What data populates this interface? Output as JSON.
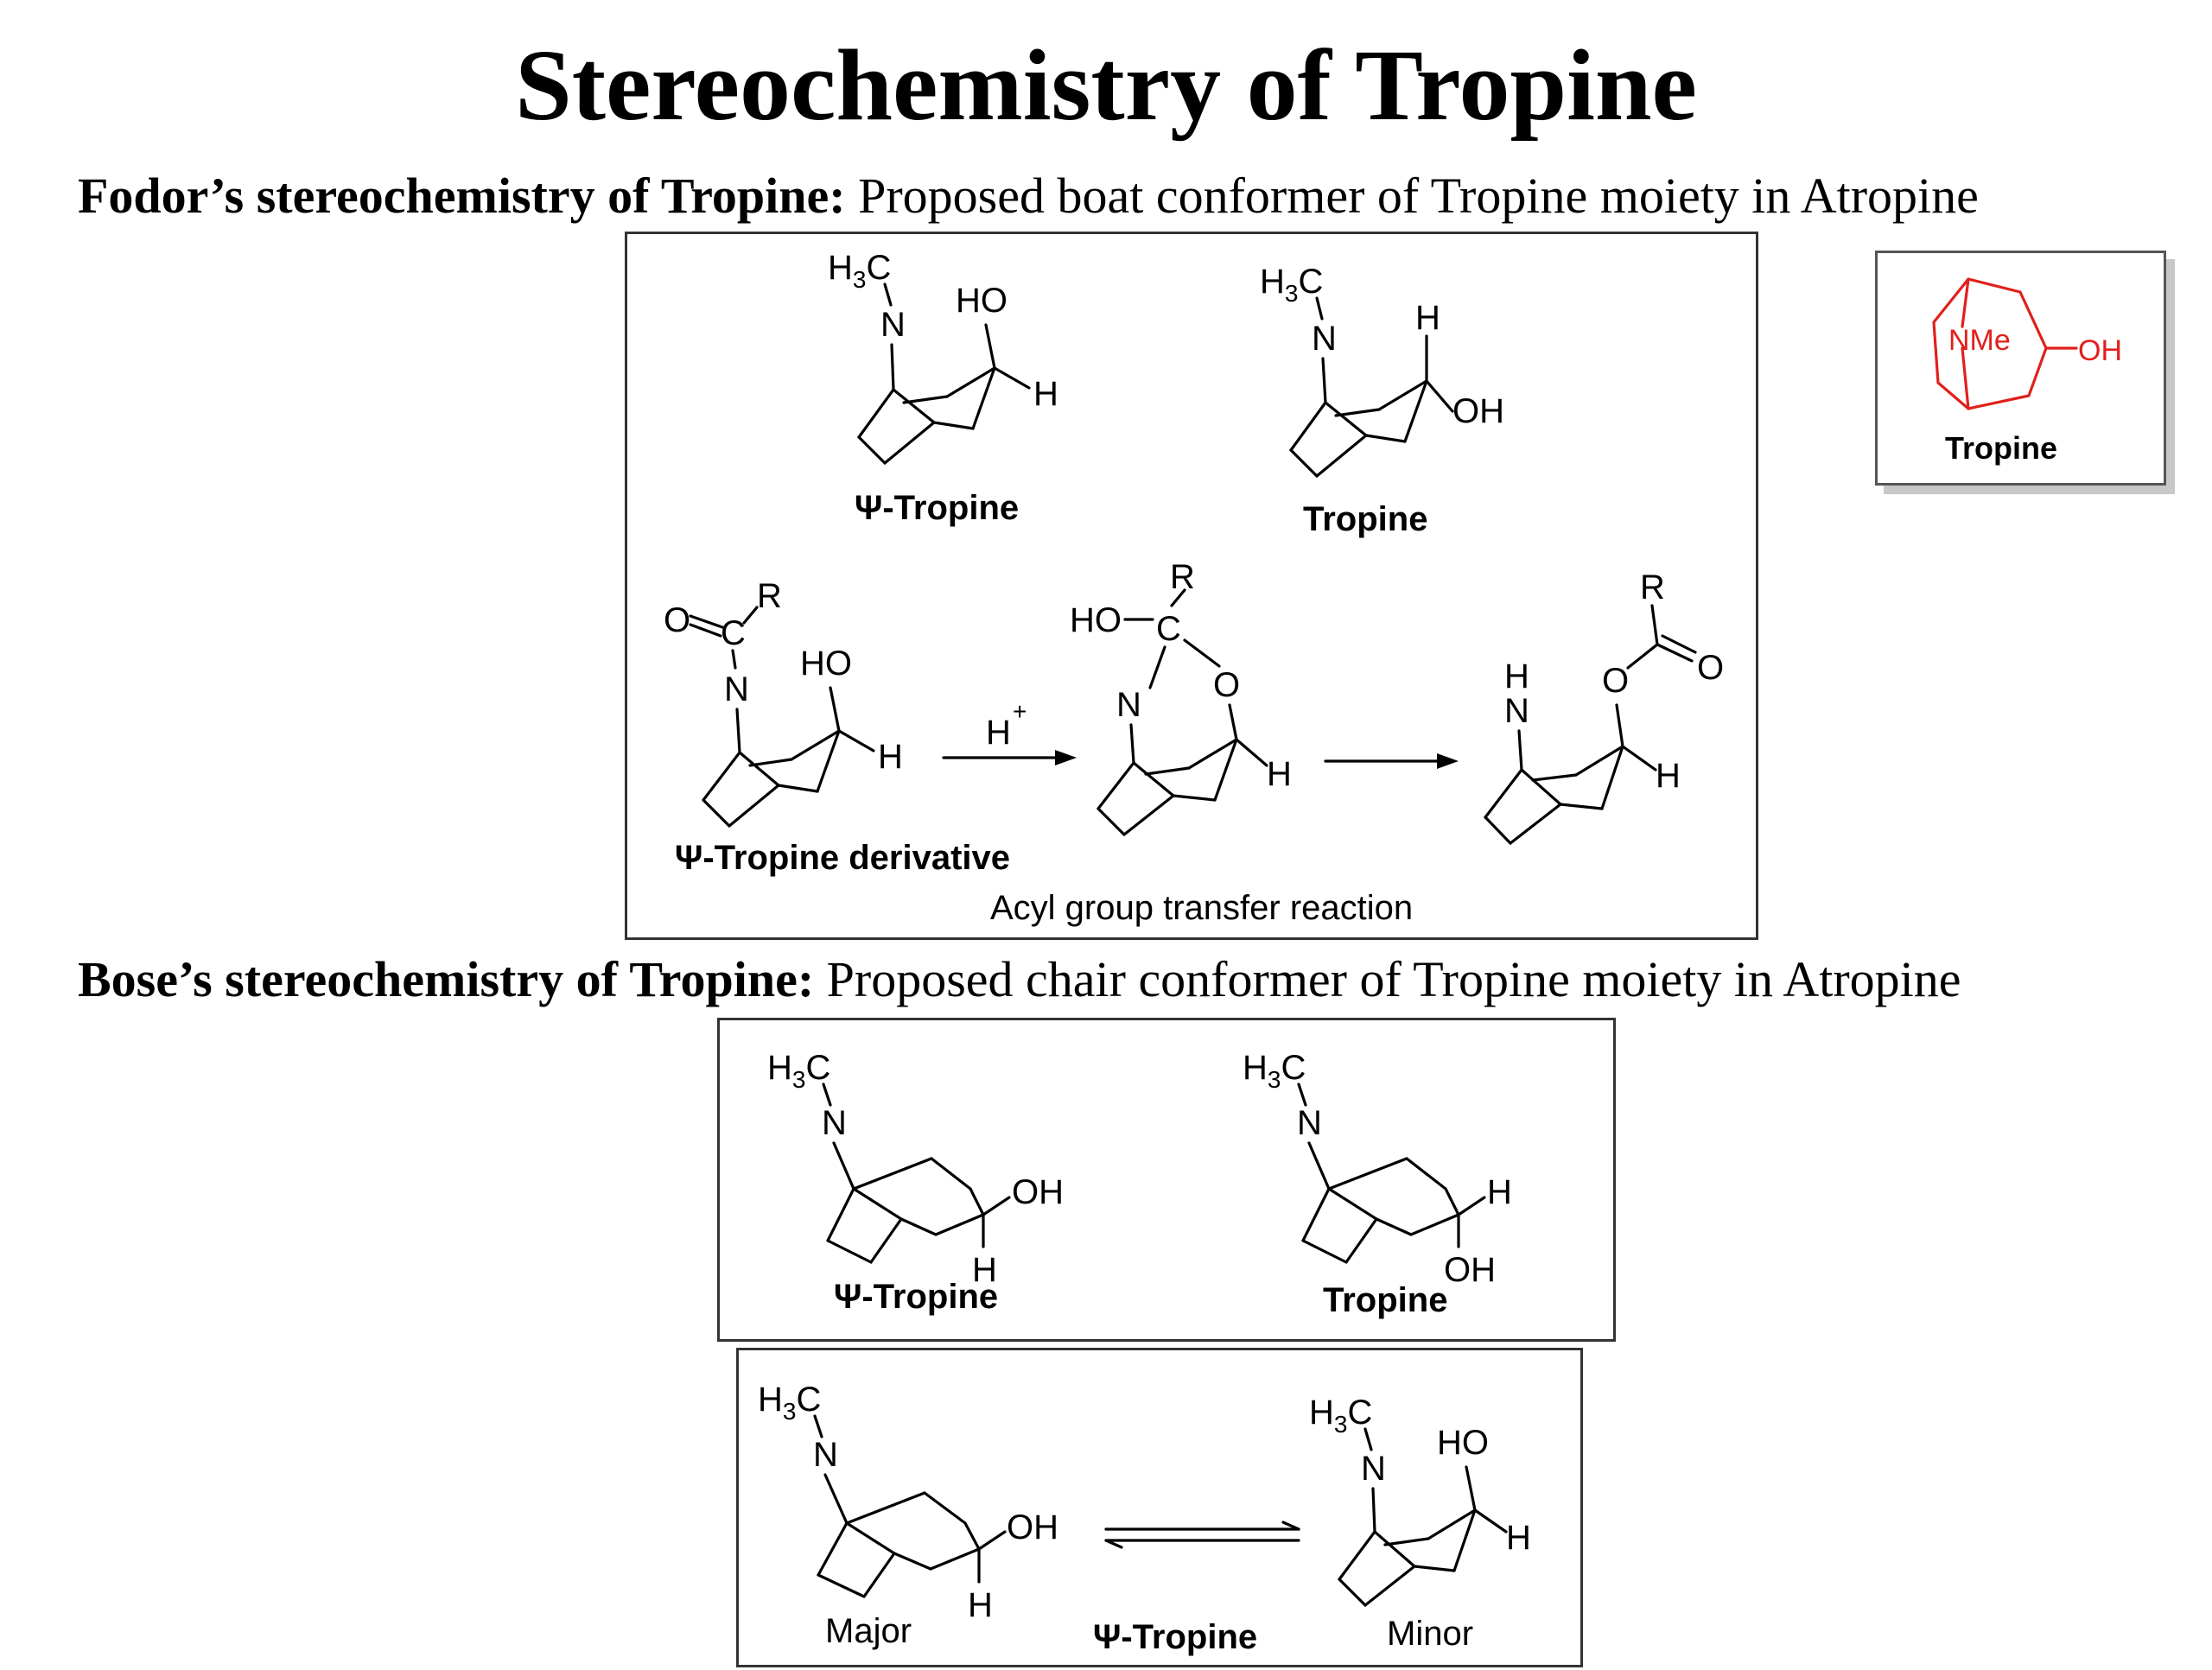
{
  "title": "Stereochemistry of Tropine",
  "fodor": {
    "heading_bold": "Fodor’s stereochemistry of Tropine:",
    "heading_text": " Proposed boat conformer of Tropine moiety in Atropine",
    "psi_tropine_label": "Ψ-Tropine",
    "tropine_label": "Tropine",
    "derivative_label": "Ψ-Tropine derivative",
    "reagent": "H",
    "reagent_charge": "+",
    "caption": "Acyl group transfer reaction"
  },
  "inset": {
    "ring_label": "NMe",
    "substituent": "OH",
    "label": "Tropine",
    "color": "#e0201c"
  },
  "bose": {
    "heading_bold": "Bose’s stereochemistry of Tropine:",
    "heading_text": " Proposed chair conformer of Tropine moiety in Atropine",
    "psi_tropine_label": "Ψ-Tropine",
    "tropine_label": "Tropine",
    "major_label": "Major",
    "minor_label": "Minor",
    "equilibrium_label": "Ψ-Tropine"
  },
  "atoms": {
    "h3c_main": "H",
    "h3c_sub": "3",
    "h3c_c": "C",
    "n": "N",
    "nh_h": "H",
    "ho": "HO",
    "oh": "OH",
    "h": "H",
    "o": "O",
    "c": "C",
    "r": "R",
    "oeq": "O="
  }
}
